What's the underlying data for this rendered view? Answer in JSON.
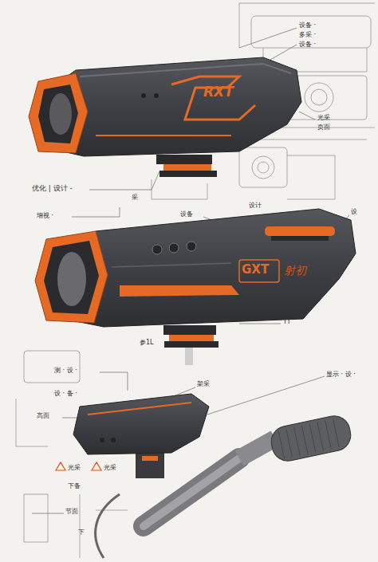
{
  "diagram": {
    "labels": [
      "设备 ·",
      "多采 ·",
      "设备 ·",
      "光采",
      "页面",
      "RXT",
      "优化 | 设计 -",
      "采",
      "增视 ·",
      "设备",
      "设",
      "设计",
      "GXT",
      "射初",
      "参1L",
      "TT",
      "架采",
      "测 · 设 ·",
      "设 · 备 ·",
      "显示 · 设 ·",
      "高面",
      "光采",
      "光采",
      "下备",
      "节面",
      "下"
    ]
  }
}
